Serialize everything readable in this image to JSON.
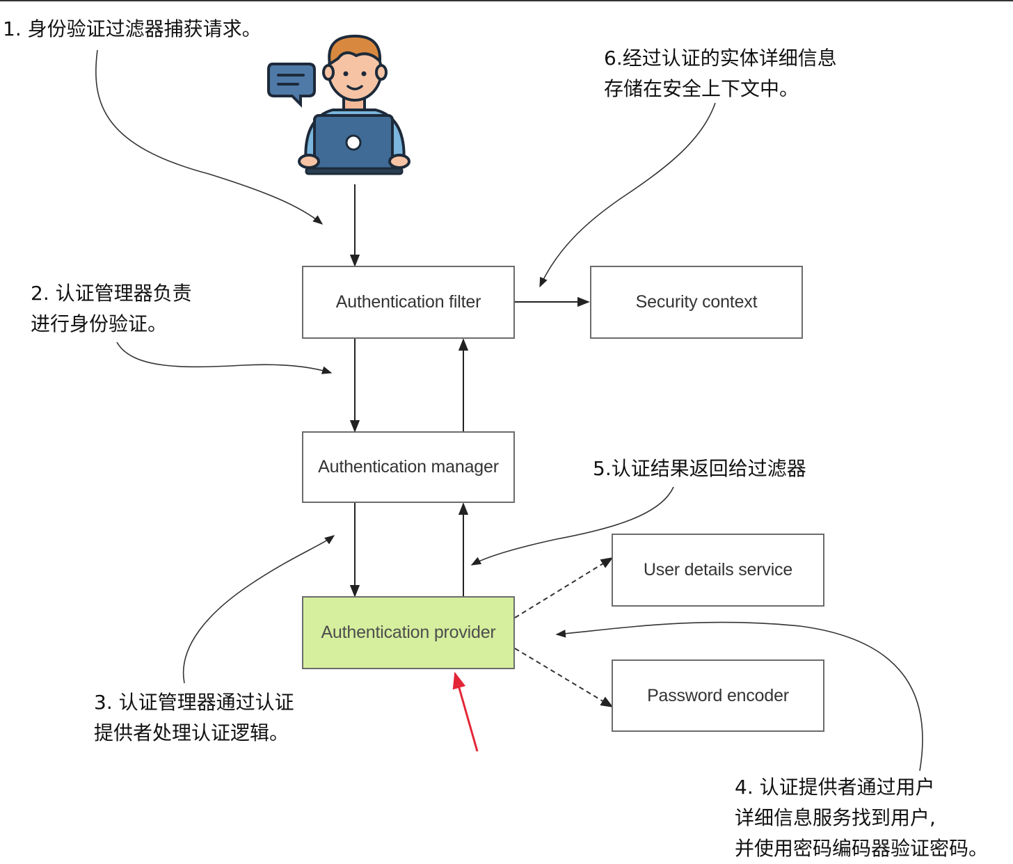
{
  "components": {
    "auth_filter": "Authentication filter",
    "security_context": "Security context",
    "auth_manager": "Authentication manager",
    "auth_provider": "Authentication provider",
    "user_details_service": "User details service",
    "password_encoder": "Password encoder"
  },
  "highlight_color": "#d6ef9e",
  "pointer_color": "#e32636",
  "user_icon": "person-with-laptop-icon",
  "notes": {
    "step1": "1. 身份验证过滤器捕获请求。",
    "step2_line1": "2. 认证管理器负责",
    "step2_line2": "进行身份验证。",
    "step3_line1": "3. 认证管理器通过认证",
    "step3_line2": "提供者处理认证逻辑。",
    "step4_line1": "4. 认证提供者通过用户",
    "step4_line2": "详细信息服务找到用户,",
    "step4_line3": "并使用密码编码器验证密码。",
    "step5": "5.认证结果返回给过滤器",
    "step6_line1": "6.经过认证的实体详细信息",
    "step6_line2": "存储在安全上下文中。"
  }
}
